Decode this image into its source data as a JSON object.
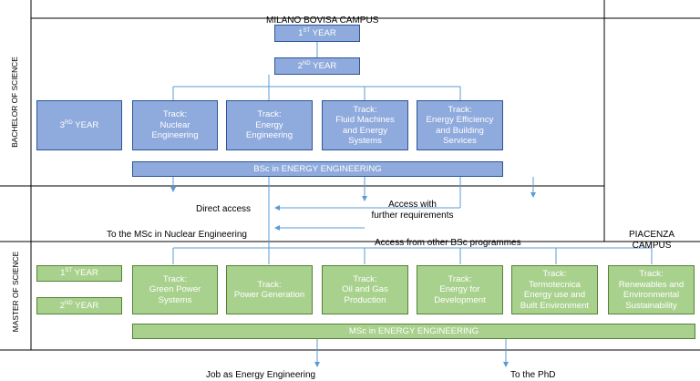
{
  "header": {
    "campus_milano": "MILANO BOVISA CAMPUS",
    "campus_piacenza": "PIACENZA\nCAMPUS"
  },
  "side_labels": {
    "bachelor": "BACHELOR OF SCIENCE",
    "master": "MASTER OF SCIENCE"
  },
  "bsc": {
    "year1": {
      "num": "1",
      "sup": "ST",
      "word": " YEAR"
    },
    "year2": {
      "num": "2",
      "sup": "ND",
      "word": " YEAR"
    },
    "year3": {
      "num": "3",
      "sup": "RD",
      "word": " YEAR"
    },
    "tracks": [
      "Track:\nNuclear\nEngineering",
      "Track:\nEnergy\nEngineering",
      "Track:\nFluid Machines\nand Energy\nSystems",
      "Track:\nEnergy Efficiency\nand Building\nServices"
    ],
    "degree": "BSc in ENERGY ENGINEERING"
  },
  "transitions": {
    "direct_access": "Direct access",
    "access_further": "Access with\nfurther requirements",
    "to_msc_nuclear": "To the MSc in Nuclear Engineering",
    "access_other": "Access from other BSc programmes"
  },
  "msc": {
    "year1": {
      "num": "1",
      "sup": "ST",
      "word": " YEAR"
    },
    "year2": {
      "num": "2",
      "sup": "ND",
      "word": " YEAR"
    },
    "tracks": [
      "Track:\nGreen Power\nSystems",
      "Track:\nPower Generation",
      "Track:\nOil and Gas\nProduction",
      "Track:\nEnergy for\nDevelopment",
      "Track:\nTermotecnica\nEnergy use and\nBuilt Environment",
      "Track:\nRenewables and\nEnvironmental\nSustainability"
    ],
    "degree": "MSc in ENERGY ENGINEERING"
  },
  "outcomes": {
    "job": "Job as Energy Engineering",
    "phd": "To the PhD"
  },
  "colors": {
    "bsc_fill": "#8faadc",
    "bsc_border": "#2f5597",
    "msc_fill": "#a9d18e",
    "msc_border": "#548235",
    "connector": "#5b9bd5"
  }
}
